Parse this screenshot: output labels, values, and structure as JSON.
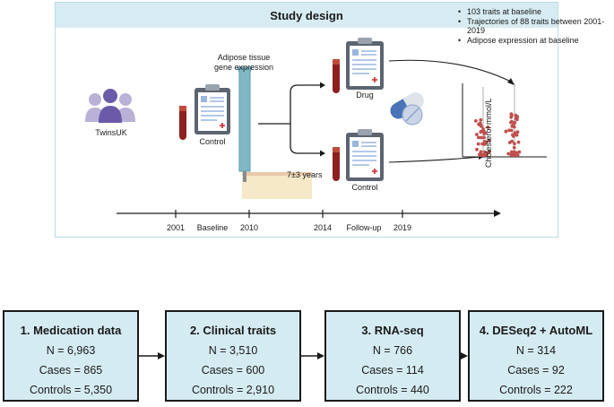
{
  "header": {
    "title": "Study design"
  },
  "cohort": {
    "label": "TwinsUK"
  },
  "baseline_clipboard": {
    "label": "Control"
  },
  "biopsy": {
    "label_line1": "Adipose tissue",
    "label_line2": "gene expression"
  },
  "interval": {
    "label": "7±3 years"
  },
  "drug_clipboard": {
    "label": "Drug"
  },
  "control_clipboard": {
    "label": "Control"
  },
  "outcomes": [
    "103 traits at baseline",
    "Trajectories of 88 traits between 2001-2019",
    "Adipose expression at baseline"
  ],
  "plot": {
    "ylabel": "Cholesterol mmol/L"
  },
  "timeline": {
    "ticks": [
      "2001",
      "Baseline",
      "2010",
      "2014",
      "Follow-up",
      "2019"
    ]
  },
  "pipeline": [
    {
      "title": "1. Medication data",
      "n": "N = 6,963",
      "cases": "Cases = 865",
      "controls": "Controls = 5,350"
    },
    {
      "title": "2. Clinical traits",
      "n": "N = 3,510",
      "cases": "Cases = 600",
      "controls": "Controls = 2,910"
    },
    {
      "title": "3. RNA-seq",
      "n": "N = 766",
      "cases": "Cases = 114",
      "controls": "Controls = 440"
    },
    {
      "title": "4. DESeq2 + AutoML",
      "n": "N = 314",
      "cases": "Cases = 92",
      "controls": "Controls = 222"
    }
  ],
  "colors": {
    "header_bg": "#d7ecf2",
    "box_bg": "#d5ebf2",
    "people": "#6b5aa8",
    "clipboard": "#5c6470",
    "tube_red": "#8e1f1f",
    "dot": "#c0504d",
    "pill_blue": "#4a73b8"
  }
}
